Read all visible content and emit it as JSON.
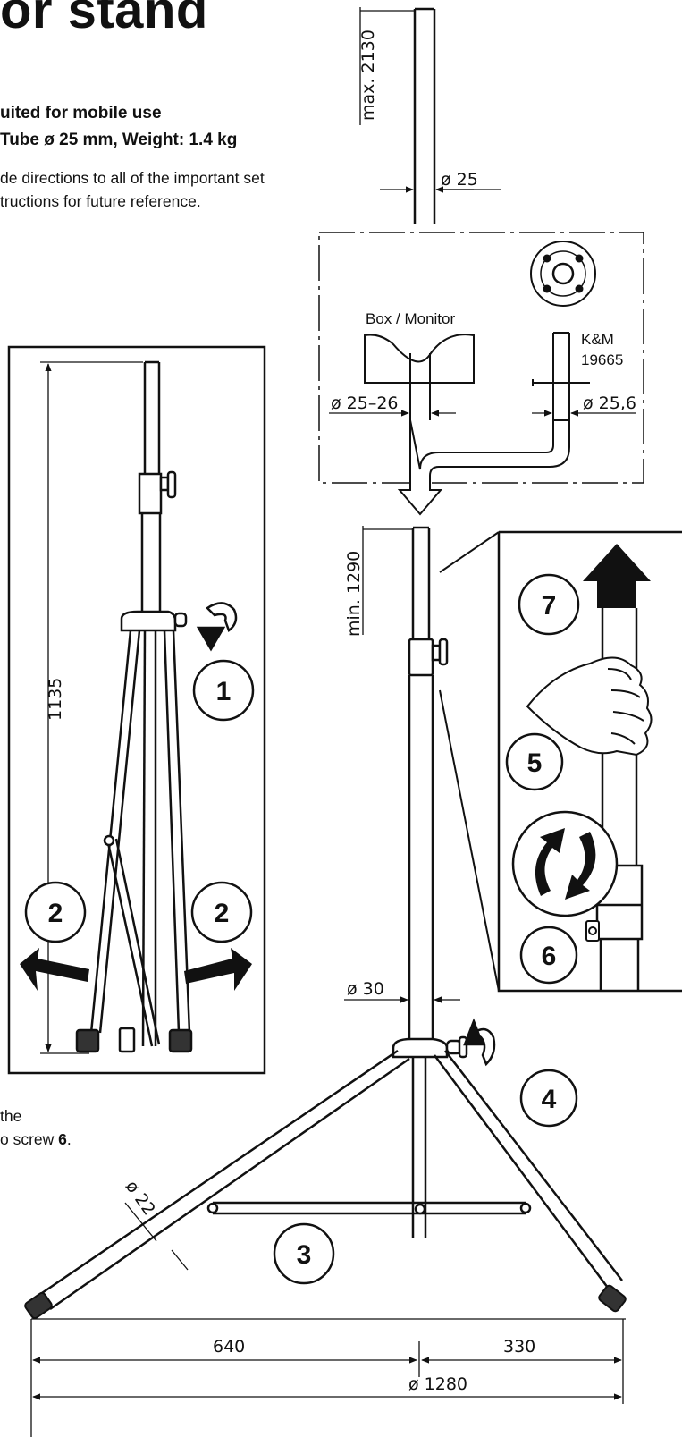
{
  "header": {
    "title": "or stand",
    "subtitle_1": "uited for mobile use",
    "subtitle_2": "Tube ø 25 mm, Weight: 1.4 kg",
    "intro_1": "de directions to all of the important set",
    "intro_2": "tructions for future reference."
  },
  "footnote": {
    "line_1": "the",
    "line_2_prefix": "o screw ",
    "line_2_bold": "6",
    "line_2_suffix": "."
  },
  "dimensions": {
    "max_height": "max. 2130",
    "min_height": "min. 1290",
    "folded_height": "1135",
    "top_tube": "ø 25",
    "mid_tube": "ø 30",
    "leg_tube": "ø 22",
    "spread_left": "640",
    "spread_right": "330",
    "base_diameter": "ø 1280"
  },
  "adapter_box": {
    "box_label": "Box / Monitor",
    "box_socket": "ø 25–26",
    "brand_label_1": "K&M",
    "brand_label_2": "19665",
    "adapter_tube": "ø 25,6"
  },
  "steps": {
    "s1": "1",
    "s2_left": "2",
    "s2_right": "2",
    "s3": "3",
    "s4": "4",
    "s5": "5",
    "s6": "6",
    "s7": "7"
  }
}
